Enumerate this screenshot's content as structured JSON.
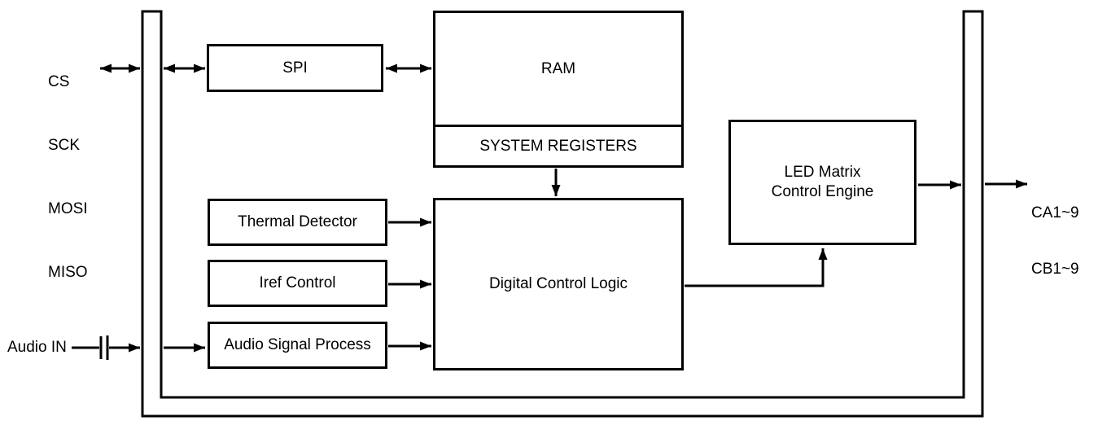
{
  "diagram": {
    "pins_left": [
      "CS",
      "SCK",
      "MOSI",
      "MISO"
    ],
    "audio_in_label": "Audio IN",
    "outputs_right": [
      "CA1~9",
      "CB1~9"
    ],
    "blocks": {
      "spi": "SPI",
      "ram": "RAM",
      "system_registers": "SYSTEM REGISTERS",
      "thermal_detector": "Thermal Detector",
      "iref_control": "Iref Control",
      "audio_signal_process": "Audio Signal Process",
      "digital_control_logic": "Digital Control Logic",
      "led_matrix_control_engine_line1": "LED Matrix",
      "led_matrix_control_engine_line2": "Control Engine"
    },
    "colors": {
      "line": "#000000",
      "background": "#ffffff"
    }
  }
}
